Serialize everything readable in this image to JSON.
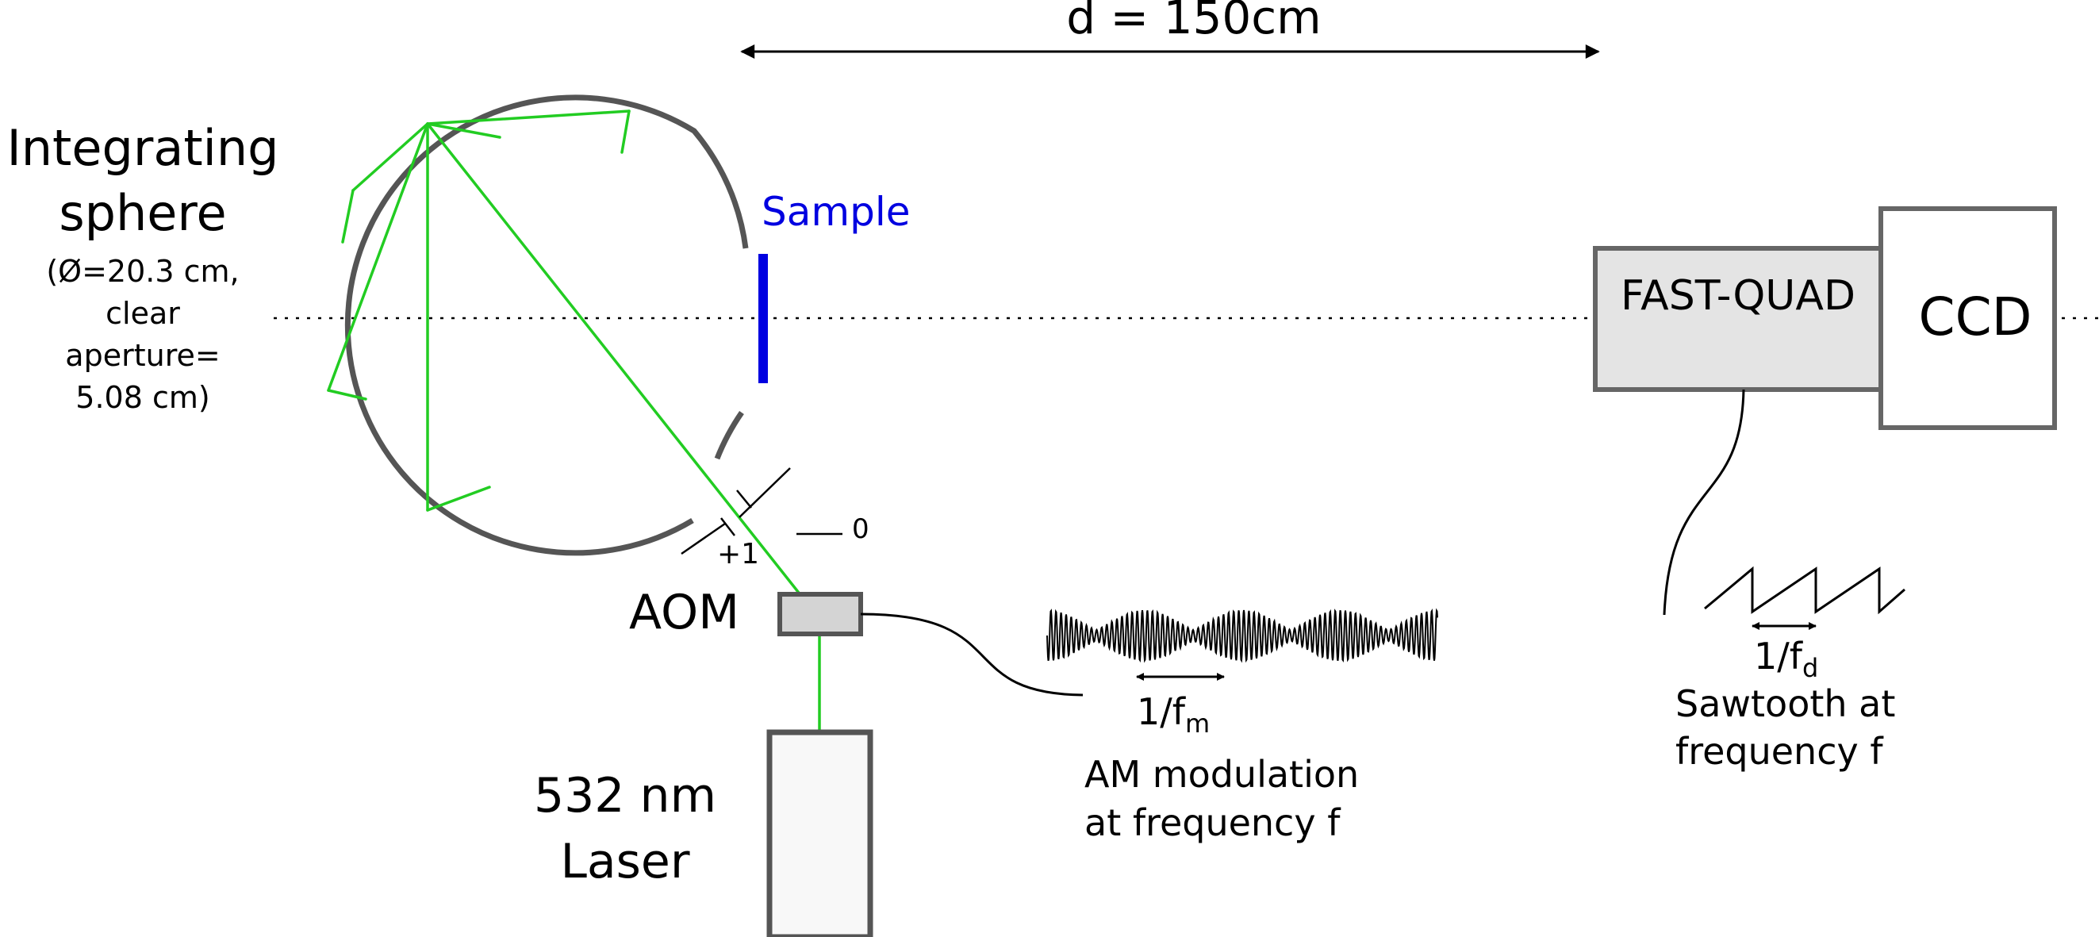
{
  "distance": {
    "label": "d = 150cm"
  },
  "sphere": {
    "title_line1": "Integrating",
    "title_line2": "sphere",
    "spec_line1": "(Ø=20.3 cm,",
    "spec_line2": "clear",
    "spec_line3": "aperture=",
    "spec_line4": "5.08 cm)"
  },
  "sample": {
    "label": "Sample"
  },
  "aom": {
    "label": "AOM",
    "order_plus": "+1",
    "order_zero": "0"
  },
  "laser": {
    "line1": "532 nm",
    "line2": "Laser"
  },
  "fastquad": {
    "label": "FAST-QUAD"
  },
  "ccd": {
    "label": "CCD"
  },
  "am": {
    "period_main": "1/f",
    "period_sub": "m",
    "caption_line1": "AM modulation",
    "caption_line2": "at frequency f"
  },
  "sawtooth": {
    "period_main": "1/f",
    "period_sub": "d",
    "caption_line1": "Sawtooth at",
    "caption_line2": "frequency f"
  },
  "colors": {
    "beam": "#22cc22",
    "sample": "#0000e0",
    "outline": "#555555",
    "text": "#000000",
    "box_fill": "#e4e4e4",
    "laser_fill": "#f8f8f8"
  },
  "icons": [
    "double-arrow",
    "wave-packet",
    "sawtooth-wave"
  ]
}
